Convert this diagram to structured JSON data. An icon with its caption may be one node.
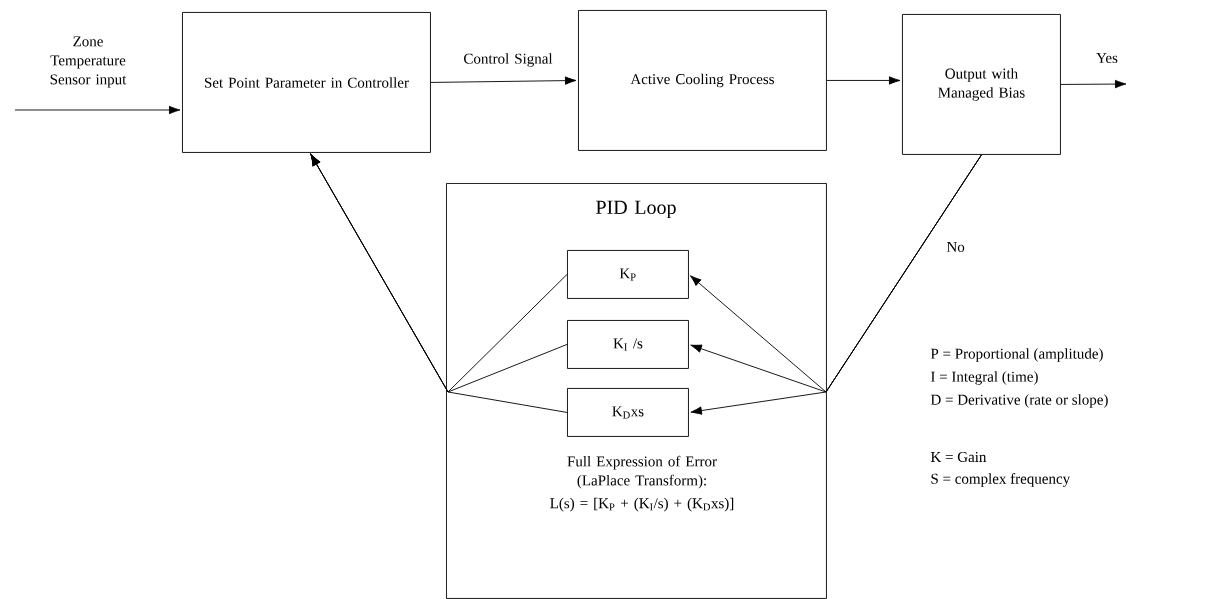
{
  "diagram": {
    "nodes": [
      {
        "text": [
          "Set Point Parameter in Controller"
        ]
      },
      {
        "text": [
          "Active Cooling Process"
        ]
      },
      {
        "text": [
          "Output with Managed Bias"
        ]
      },
      {
        "text": [
          "PID Loop",
          "Full Expression of Error (LaPlace Transform):",
          "L(s) = [K$_{P}$ + (K$_{I}$/s) + (K$_{D}$xs)]"
        ]
      },
      {
        "text": [
          "K$_{P}$"
        ],
        "in": 3
      },
      {
        "text": [
          "K$_{I}$ /s"
        ],
        "in": 3
      },
      {
        "text": [
          "K$_{D}$xs"
        ],
        "in": 3
      }
    ],
    "edges": [
      {
        "from": null,
        "to": 0,
        "arrow": "to",
        "label": "Zone Temperature Sensor input"
      },
      {
        "from": 0,
        "to": 1,
        "arrow": "to",
        "label": "Control Signal"
      },
      {
        "from": 1,
        "to": 2,
        "arrow": "to"
      },
      {
        "from": 2,
        "to": null,
        "arrow": "to",
        "label": "Yes"
      },
      {
        "from": 2,
        "to": 4,
        "arrow": "to",
        "label": "No"
      },
      {
        "from": 2,
        "to": 5,
        "arrow": "to"
      },
      {
        "from": 2,
        "to": 6,
        "arrow": "to"
      },
      {
        "from": 4,
        "to": 0,
        "arrow": "to"
      },
      {
        "from": 5,
        "to": 0,
        "arrow": "to"
      },
      {
        "from": 6,
        "to": 0,
        "arrow": "to"
      }
    ],
    "labels": [
      "P = Proportional (amplitude)",
      "I = Integral (time)",
      "D = Derivative (rate or slope)",
      "K = Gain",
      "S = complex frequency"
    ]
  }
}
